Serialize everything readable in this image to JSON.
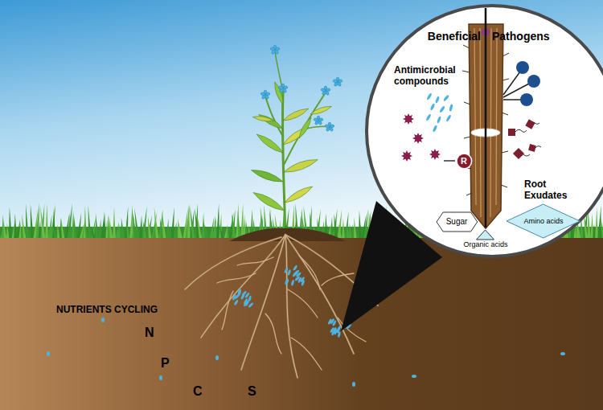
{
  "diagram": {
    "nodes": [
      {
        "text": [
          "Beneficial",
          "Pathogens",
          "Antimicrobial compounds",
          "Root Exudates"
        ]
      },
      {
        "text": [
          "R"
        ],
        "in": 0
      },
      {
        "text": [
          "Sugar"
        ],
        "in": 0
      },
      {
        "text": [
          "Amino acids"
        ],
        "in": 0
      },
      {
        "text": [
          "Organic acids"
        ],
        "in": 0
      }
    ],
    "labels": [
      "NUTRIENTS CYCLING",
      "N",
      "P",
      "C",
      "S"
    ]
  }
}
